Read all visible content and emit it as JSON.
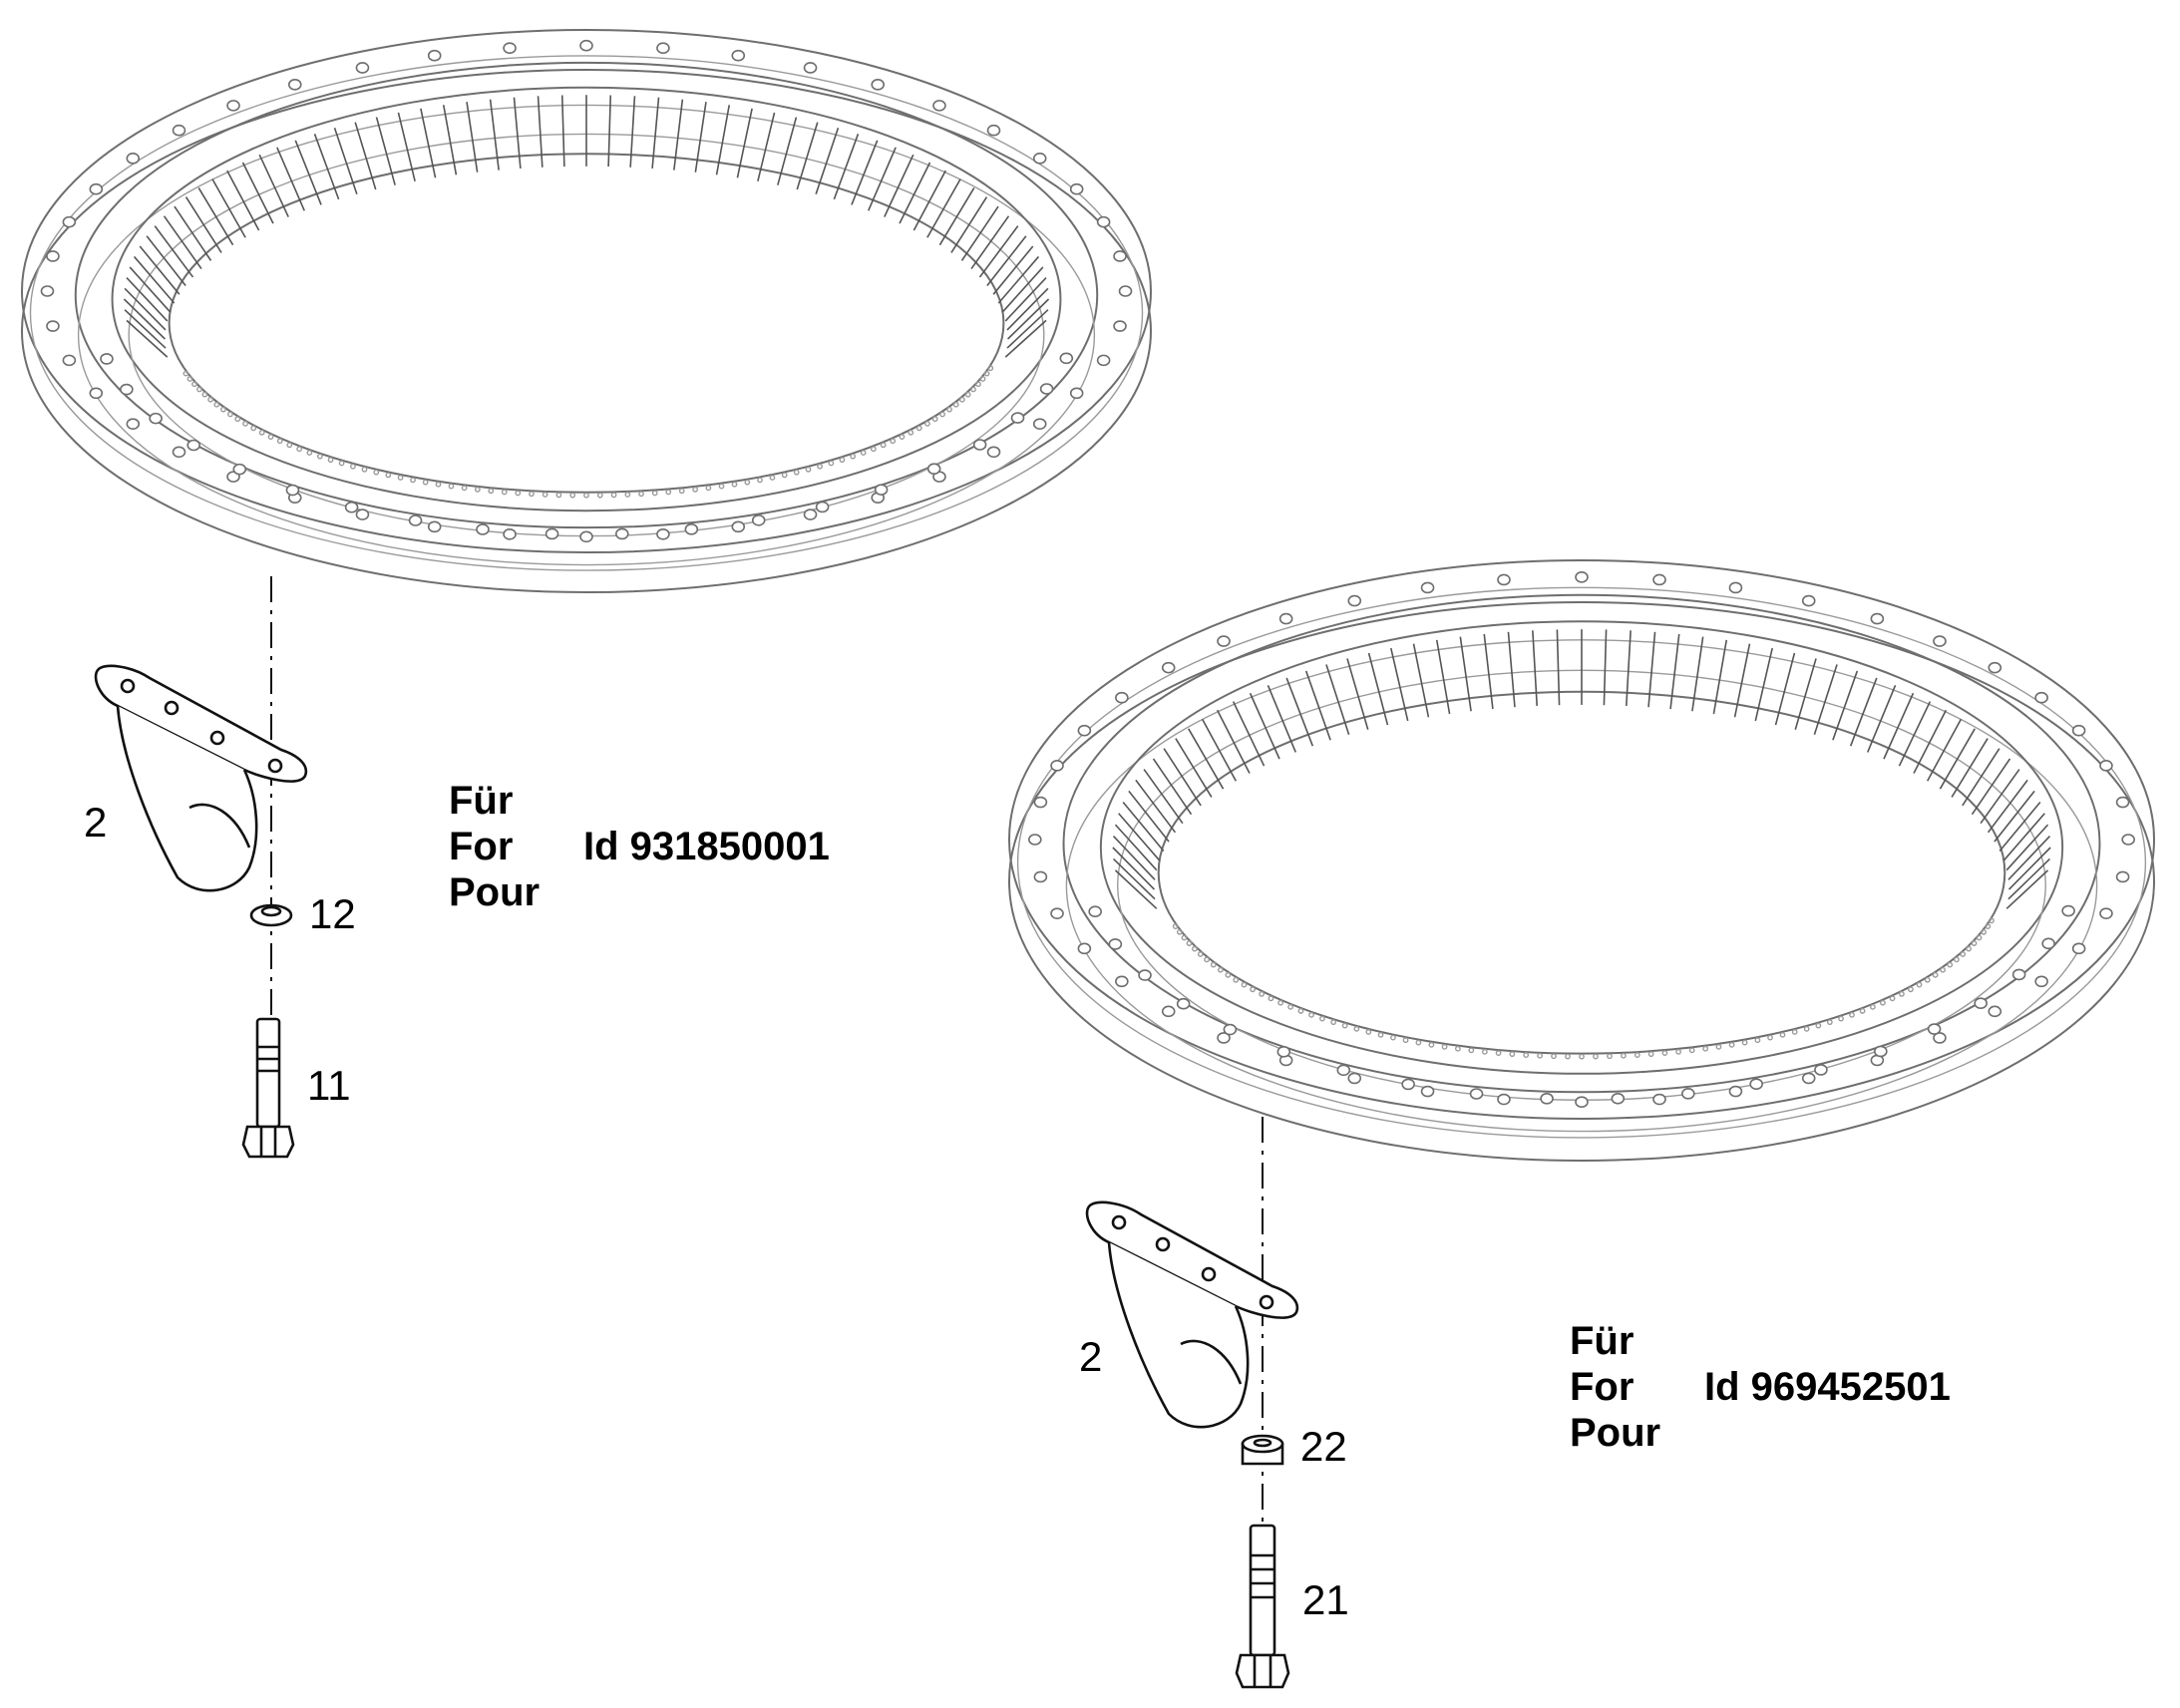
{
  "variants": [
    {
      "callouts": {
        "bracket": "2",
        "washer": "12",
        "bolt": "11"
      },
      "note": {
        "line_de": "Für",
        "line_en": "For",
        "line_fr": "Pour",
        "id_text": "Id 931850001"
      }
    },
    {
      "callouts": {
        "bracket": "2",
        "washer": "22",
        "bolt": "21"
      },
      "note": {
        "line_de": "Für",
        "line_en": "For",
        "line_fr": "Pour",
        "id_text": "Id 969452501"
      }
    }
  ],
  "colors": {
    "linework": "#1a1a1a",
    "ring_outline": "#6e6e6e",
    "background": "#ffffff"
  }
}
